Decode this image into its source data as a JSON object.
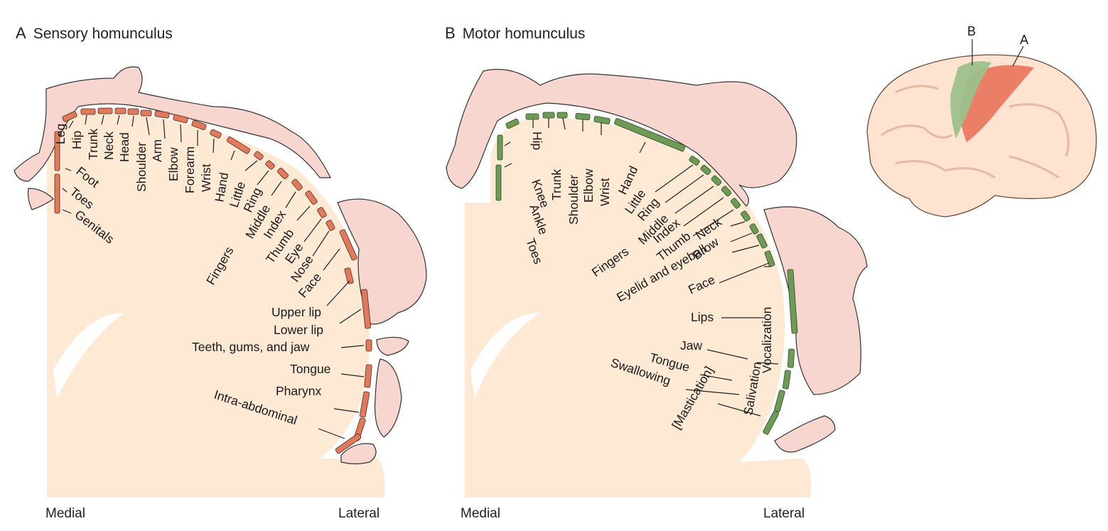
{
  "panel_a": {
    "letter": "A",
    "title": "Sensory homunculus",
    "medial": "Medial",
    "lateral": "Lateral",
    "labels": [
      "Leg",
      "Hip",
      "Trunk",
      "Neck",
      "Head",
      "Shoulder",
      "Arm",
      "Elbow",
      "Forearm",
      "Wrist",
      "Hand",
      "Little",
      "Ring",
      "Middle",
      "Index",
      "Thumb",
      "Eye",
      "Nose",
      "Face",
      "Upper lip",
      "Lower lip",
      "Teeth, gums, and jaw",
      "Tongue",
      "Pharynx",
      "Intra-abdominal",
      "Foot",
      "Toes",
      "Genitals",
      "Fingers"
    ]
  },
  "panel_b": {
    "letter": "B",
    "title": "Motor homunculus",
    "medial": "Medial",
    "lateral": "Lateral",
    "labels": [
      "Hip",
      "Trunk",
      "Shoulder",
      "Elbow",
      "Wrist",
      "Hand",
      "Little",
      "Ring",
      "Middle",
      "Index",
      "Thumb",
      "Neck",
      "Brow",
      "Eyelid and eyeball",
      "Face",
      "Lips",
      "Jaw",
      "Tongue",
      "Swallowing",
      "Knee",
      "Ankle",
      "Toes",
      "Fingers",
      "Vocalization",
      "Salivation",
      "[Mastication]"
    ]
  },
  "brain_inset": {
    "label_b": "B",
    "label_a": "A",
    "motor_color": "#9dc08b",
    "sensory_color": "#e8725a"
  },
  "colors": {
    "sensory_segment": "#e07a5f",
    "motor_segment": "#6e9a57",
    "tissue": "#fde9d4",
    "figure": "#f6d6cf"
  }
}
